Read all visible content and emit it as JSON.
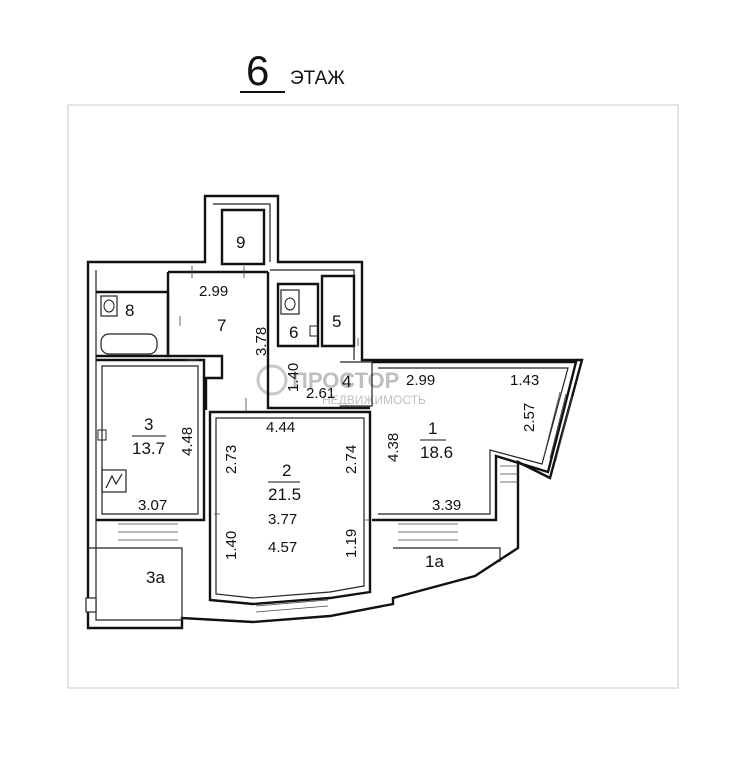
{
  "header": {
    "floor_number": "6",
    "floor_word": "ЭТАЖ"
  },
  "rooms": [
    {
      "number": "1",
      "area": "18.6"
    },
    {
      "number": "2",
      "area": "21.5"
    },
    {
      "number": "3",
      "area": "13.7"
    },
    {
      "number": "1а"
    },
    {
      "number": "3а"
    },
    {
      "number": "4"
    },
    {
      "number": "5"
    },
    {
      "number": "6"
    },
    {
      "number": "7"
    },
    {
      "number": "8"
    },
    {
      "number": "9"
    }
  ],
  "dimensions": [
    "2.99",
    "3.78",
    "1.40",
    "2.61",
    "2.99",
    "1.43",
    "2.57",
    "4.38",
    "3.39",
    "4.44",
    "2.73",
    "2.74",
    "3.77",
    "4.57",
    "1.40",
    "1.19",
    "4.48",
    "3.07"
  ],
  "watermark": {
    "line1": "ПРОСТОР",
    "line2": "НЕДВИЖИМОСТЬ"
  }
}
